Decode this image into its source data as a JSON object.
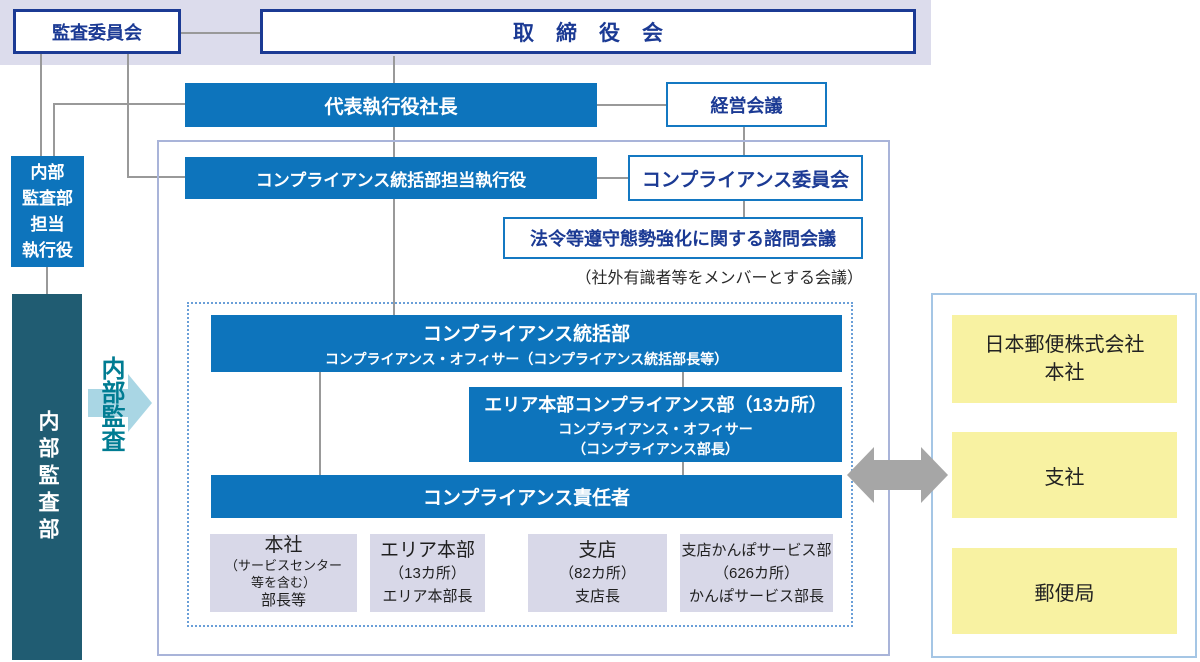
{
  "colors": {
    "band": "#dcdcec",
    "navy": "#1b3a94",
    "blue_fill": "#0d74bc",
    "bright_blue_border": "#1478c2",
    "teal": "#205c72",
    "teal_text": "#007c92",
    "light_arrow": "#a9d6e4",
    "lavender_unit": "#d8d8e8",
    "yellow": "#f8f2a2",
    "connector_gray": "#999999",
    "double_arrow_gray": "#a6a6a6",
    "outer_container_border": "#a9b4d9",
    "right_container_border": "#a5c6e5",
    "dotted_border": "#6a9fd8"
  },
  "top_row": {
    "audit_committee": "監査委員会",
    "board_of_directors": "取締役会"
  },
  "executive": {
    "president": "代表執行役社長",
    "management_meeting": "経営会議"
  },
  "internal_audit": {
    "officer_line1": "内部",
    "officer_line2": "監査部",
    "officer_line3": "担当",
    "officer_line4": "執行役",
    "department": "内部監査部",
    "arrow_label": "内部監査"
  },
  "compliance": {
    "exec_officer": "コンプライアンス統括部担当執行役",
    "committee": "コンプライアンス委員会",
    "advisory_council": "法令等遵守態勢強化に関する諮問会議",
    "advisory_note": "（社外有識者等をメンバーとする会議）",
    "hq_title": "コンプライアンス統括部",
    "hq_subtitle": "コンプライアンス・オフィサー（コンプライアンス統括部長等）",
    "area_title": "エリア本部コンプライアンス部（13カ所）",
    "area_line2": "コンプライアンス・オフィサー",
    "area_line3": "（コンプライアンス部長）",
    "manager": "コンプライアンス責任者",
    "org_units": [
      {
        "lines": [
          "本社",
          "（サービスセンター",
          "等を含む）",
          "部長等"
        ]
      },
      {
        "lines": [
          "エリア本部",
          "（13カ所）",
          "エリア本部長"
        ]
      },
      {
        "lines": [
          "支店",
          "（82カ所）",
          "支店長"
        ]
      },
      {
        "lines": [
          "支店かんぽサービス部",
          "（626カ所）",
          "かんぽサービス部長"
        ]
      }
    ]
  },
  "japan_post": {
    "headquarters_line1": "日本郵便株式会社",
    "headquarters_line2": "本社",
    "branch_office": "支社",
    "post_office": "郵便局"
  }
}
